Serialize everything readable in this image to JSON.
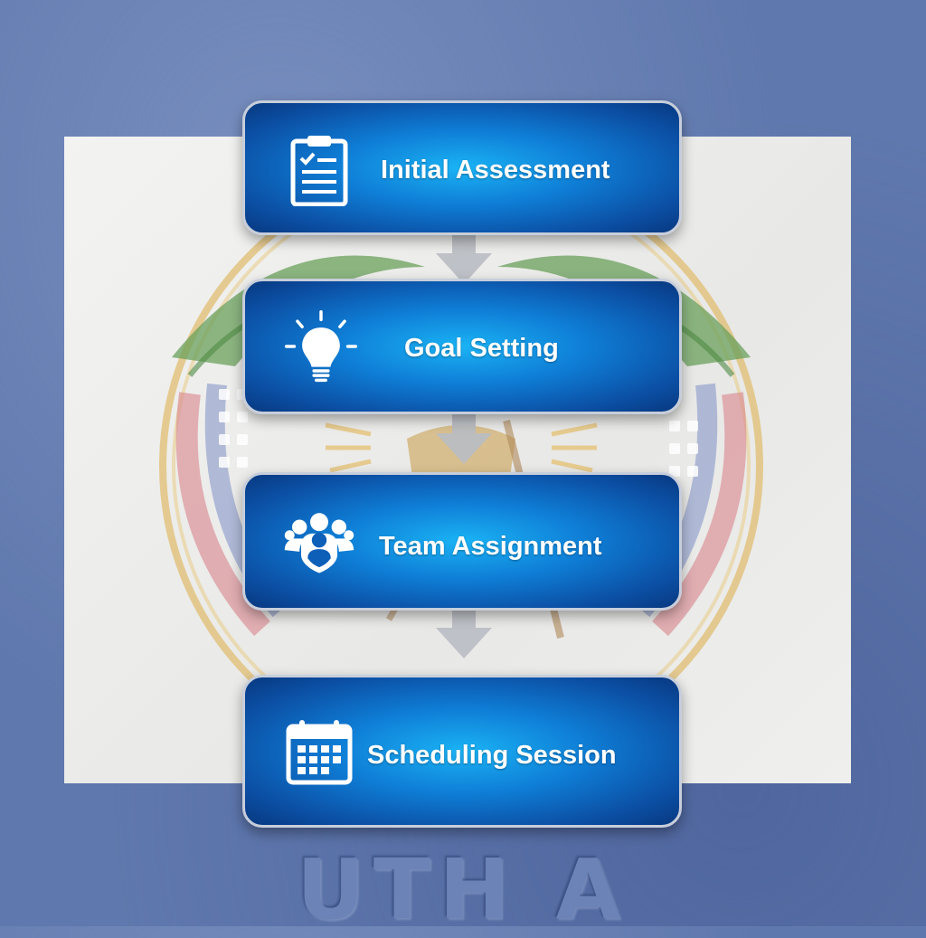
{
  "steps": [
    {
      "label": "Initial Assessment",
      "icon": "clipboard-icon"
    },
    {
      "label": "Goal Setting",
      "icon": "lightbulb-icon"
    },
    {
      "label": "Team Assignment",
      "icon": "team-icon"
    },
    {
      "label": "Scheduling Session",
      "icon": "calendar-icon"
    }
  ],
  "background": {
    "seal": "utah-state-seal",
    "footer_text": "UTH A"
  },
  "colors": {
    "box_center": "#1ab3f5",
    "box_edge": "#08387f",
    "page_bg": "#5f78ad",
    "panel": "#f0f0ee",
    "arrow": "#b9bcc3"
  }
}
